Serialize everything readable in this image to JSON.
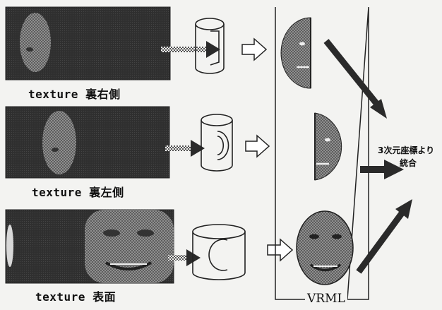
{
  "textures": [
    {
      "label": "texture 裏右側"
    },
    {
      "label": "texture 裏左側"
    },
    {
      "label": "texture 表面"
    }
  ],
  "vrml_label": "VRML",
  "integration_note": {
    "line1": "3次元座標より",
    "line2": "統合"
  },
  "colors": {
    "background": "#f3f3f1",
    "panel": "#2e2e2e",
    "face": "#8a8a8a",
    "arrow": "#2a2a2a"
  }
}
